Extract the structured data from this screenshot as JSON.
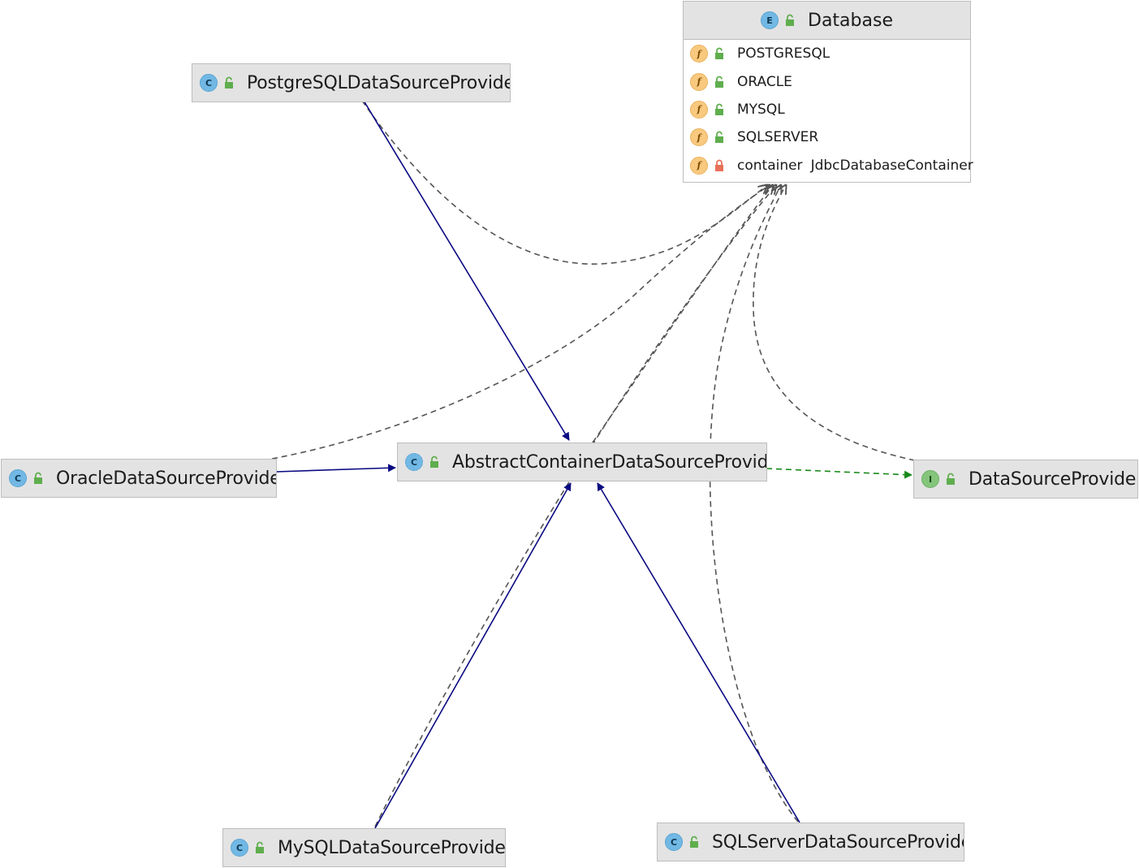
{
  "diagram": {
    "enum_class": {
      "kind_letter": "E",
      "name": "Database",
      "fields": [
        {
          "name": "POSTGRESQL",
          "type": "",
          "access": "public",
          "static": true
        },
        {
          "name": "ORACLE",
          "type": "",
          "access": "public",
          "static": true
        },
        {
          "name": "MYSQL",
          "type": "",
          "access": "public",
          "static": true
        },
        {
          "name": "SQLSERVER",
          "type": "",
          "access": "public",
          "static": true
        },
        {
          "name": "container",
          "type": "JdbcDatabaseContainer",
          "access": "private",
          "static": false
        }
      ]
    },
    "field_letter": "f",
    "classes": {
      "postgres": {
        "kind_letter": "C",
        "name": "PostgreSQLDataSourceProvider"
      },
      "oracle": {
        "kind_letter": "C",
        "name": "OracleDataSourceProvider"
      },
      "abstract": {
        "kind_letter": "C",
        "name": "AbstractContainerDataSourceProvider"
      },
      "mysql": {
        "kind_letter": "C",
        "name": "MySQLDataSourceProvider"
      },
      "sqlserver": {
        "kind_letter": "C",
        "name": "SQLServerDataSourceProvider"
      }
    },
    "interface": {
      "kind_letter": "I",
      "name": "DataSourceProvider"
    },
    "colors": {
      "extends_edge": "#0a0a82",
      "implements_edge": "#1a8a1a",
      "dependency_edge": "#555555",
      "public_lock": "#5fae4d",
      "private_lock": "#e8705a"
    },
    "relations": [
      {
        "from": "PostgreSQLDataSourceProvider",
        "to": "AbstractContainerDataSourceProvider",
        "kind": "extends"
      },
      {
        "from": "OracleDataSourceProvider",
        "to": "AbstractContainerDataSourceProvider",
        "kind": "extends"
      },
      {
        "from": "MySQLDataSourceProvider",
        "to": "AbstractContainerDataSourceProvider",
        "kind": "extends"
      },
      {
        "from": "SQLServerDataSourceProvider",
        "to": "AbstractContainerDataSourceProvider",
        "kind": "extends"
      },
      {
        "from": "AbstractContainerDataSourceProvider",
        "to": "DataSourceProvider",
        "kind": "implements"
      },
      {
        "from": "PostgreSQLDataSourceProvider",
        "to": "Database",
        "kind": "uses"
      },
      {
        "from": "OracleDataSourceProvider",
        "to": "Database",
        "kind": "uses"
      },
      {
        "from": "MySQLDataSourceProvider",
        "to": "Database",
        "kind": "uses"
      },
      {
        "from": "SQLServerDataSourceProvider",
        "to": "Database",
        "kind": "uses"
      },
      {
        "from": "AbstractContainerDataSourceProvider",
        "to": "Database",
        "kind": "uses"
      },
      {
        "from": "DataSourceProvider",
        "to": "Database",
        "kind": "uses"
      }
    ]
  }
}
